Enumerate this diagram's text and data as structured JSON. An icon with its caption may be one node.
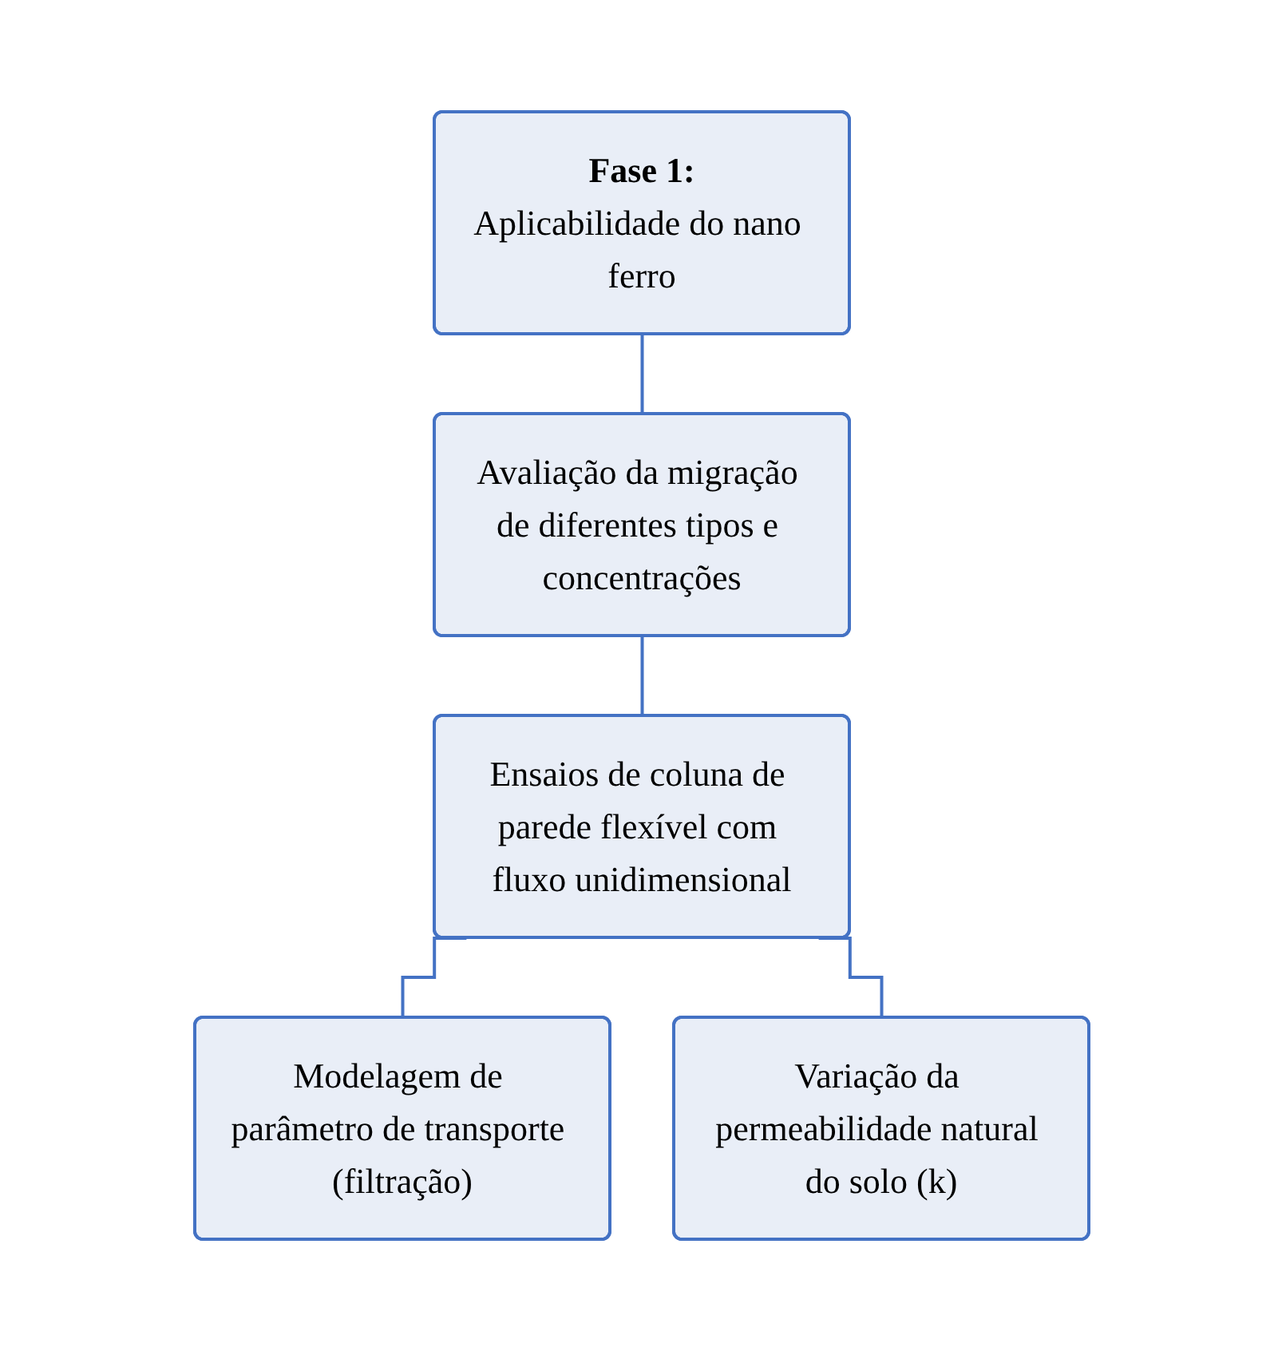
{
  "diagram": {
    "nodes": [
      {
        "text": [
          "Fase 1:",
          "Aplicabilidade do nano ferro"
        ]
      },
      {
        "text": [
          "Avaliação da migração de diferentes tipos e concentrações"
        ]
      },
      {
        "text": [
          "Ensaios de coluna de parede flexível com fluxo unidimensional"
        ]
      },
      {
        "text": [
          "Modelagem de parâmetro de transporte (filtração)"
        ]
      },
      {
        "text": [
          "Variação da permeabilidade natural do solo (k)"
        ]
      }
    ],
    "edges": [
      {
        "from": 0,
        "to": 1,
        "arrow": "none"
      },
      {
        "from": 1,
        "to": 2,
        "arrow": "none"
      },
      {
        "from": 2,
        "to": 3,
        "arrow": "none"
      },
      {
        "from": 2,
        "to": 4,
        "arrow": "none"
      }
    ]
  }
}
